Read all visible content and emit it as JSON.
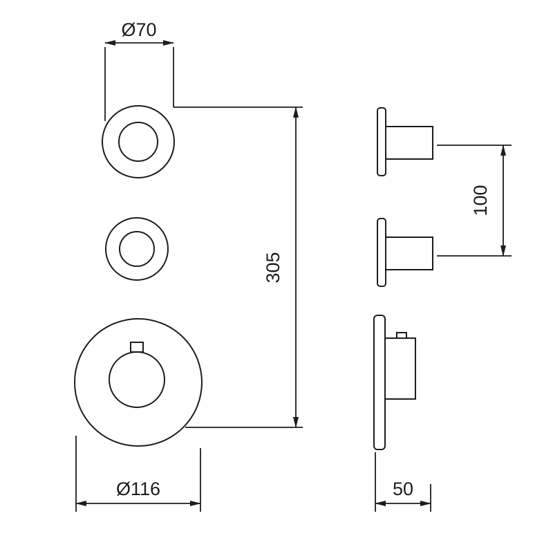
{
  "drawing": {
    "type": "technical-dimension-drawing",
    "subject": "3-handle concealed thermostatic valve, front and side views"
  },
  "dimensions": {
    "top_knob_diameter": "Ø70",
    "overall_height": "305",
    "bottom_knob_diameter": "Ø116",
    "handle_spacing": "100",
    "mounting_depth": "50"
  },
  "colors": {
    "line": "#1c1c1c",
    "background": "#ffffff"
  }
}
